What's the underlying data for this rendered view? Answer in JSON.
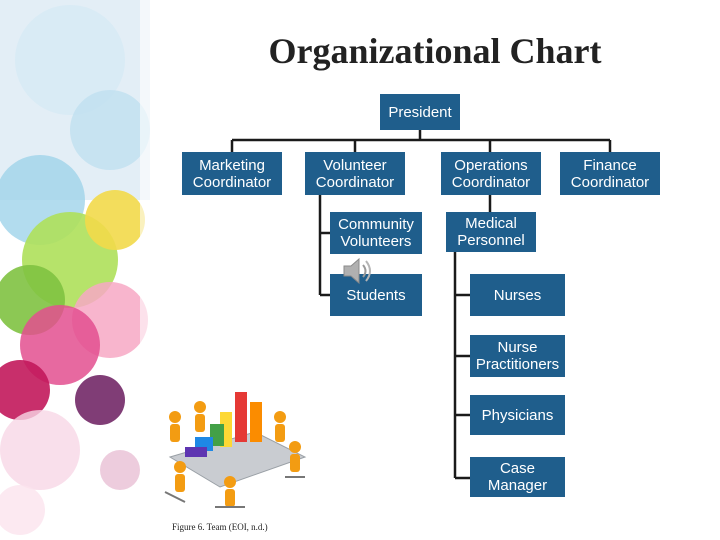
{
  "title": "Organizational Chart",
  "colors": {
    "box": "#1f5e8c",
    "box_text": "#ffffff",
    "connector": "#1a1a1a"
  },
  "nodes": {
    "president": "President",
    "marketing": "Marketing\nCoordinator",
    "volunteer": "Volunteer\nCoordinator",
    "operations": "Operations\nCoordinator",
    "finance": "Finance\nCoordinator",
    "community": "Community\nVolunteers",
    "students": "Students",
    "medical": "Medical\nPersonnel",
    "nurses": "Nurses",
    "nurse_practitioners": "Nurse\nPractitioners",
    "physicians": "Physicians",
    "case_manager": "Case\nManager"
  },
  "figure_caption": "Figure 6. Team (EOI, n.d.)",
  "icons": {
    "speaker": "speaker-icon",
    "team_illustration": "team-meeting-illustration"
  }
}
